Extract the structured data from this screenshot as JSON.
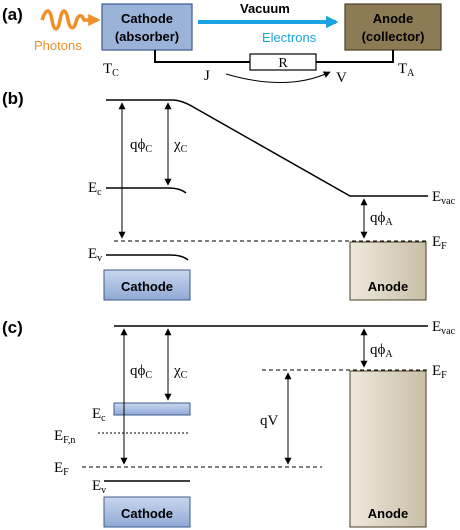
{
  "panels": {
    "a": {
      "label": "(a)",
      "photons_label": "Photons",
      "cathode_box": {
        "line1": "Cathode",
        "line2": "(absorber)"
      },
      "anode_box": {
        "line1": "Anode",
        "line2": "(collector)"
      },
      "vacuum_label": "Vacuum",
      "electrons_label": "Electrons",
      "t_c": {
        "base": "T",
        "sub": "C"
      },
      "t_a": {
        "base": "T",
        "sub": "A"
      },
      "j_label": "J",
      "r_label": "R",
      "v_label": "V"
    },
    "b": {
      "label": "(b)",
      "q_phi_c": {
        "base": "qϕ",
        "sub": "C"
      },
      "chi_c": {
        "base": "χ",
        "sub": "C"
      },
      "e_c": {
        "base": "E",
        "sub": "c"
      },
      "e_v": {
        "base": "E",
        "sub": "v"
      },
      "e_vac": {
        "base": "E",
        "sub": "vac"
      },
      "q_phi_a": {
        "base": "qϕ",
        "sub": "A"
      },
      "e_f": {
        "base": "E",
        "sub": "F"
      },
      "cathode_label": "Cathode",
      "anode_label": "Anode"
    },
    "c": {
      "label": "(c)",
      "q_phi_c": {
        "base": "qϕ",
        "sub": "C"
      },
      "chi_c": {
        "base": "χ",
        "sub": "C"
      },
      "e_c": {
        "base": "E",
        "sub": "c"
      },
      "e_fn": {
        "base": "E",
        "sub": "F,n"
      },
      "e_f_left": {
        "base": "E",
        "sub": "F"
      },
      "e_v": {
        "base": "E",
        "sub": "v"
      },
      "qv": "qV",
      "e_vac": {
        "base": "E",
        "sub": "vac"
      },
      "q_phi_a": {
        "base": "qϕ",
        "sub": "A"
      },
      "e_f_right": {
        "base": "E",
        "sub": "F"
      },
      "cathode_label": "Cathode",
      "anode_label": "Anode"
    }
  },
  "colors": {
    "cathode_fill": "#9bb3d9",
    "cathode_stroke": "#3d5a8c",
    "anode_fill": "#8c7b55",
    "anode_stroke": "#4a3f25",
    "anode_block_light": "#efe9dc",
    "anode_block_dark": "#c8bfa8",
    "photons": "#f0902a",
    "electrons": "#1aa3e0",
    "line": "#000000"
  }
}
